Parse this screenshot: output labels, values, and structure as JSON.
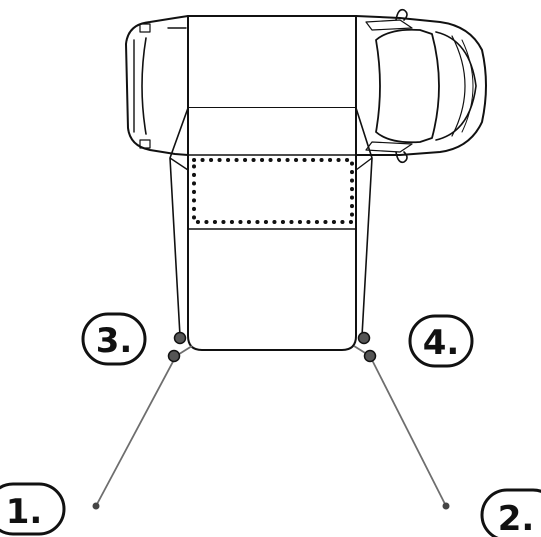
{
  "labels": {
    "one": "1.",
    "two": "2.",
    "three": "3.",
    "four": "4."
  },
  "colors": {
    "stroke": "#111111",
    "guy_line": "#6e6e6e",
    "background": "#ffffff"
  }
}
